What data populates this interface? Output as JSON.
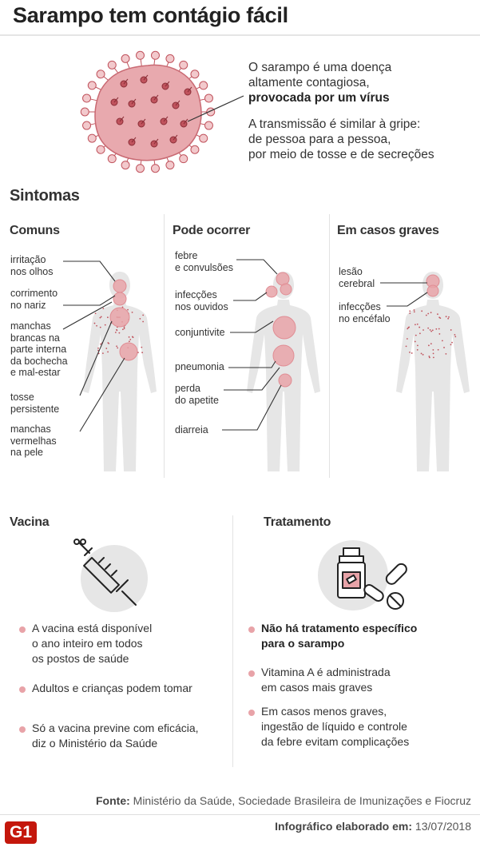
{
  "header": {
    "title": "Sarampo tem contágio fácil"
  },
  "intro": {
    "line1": "O sarampo é uma doença",
    "line2": "altamente contagiosa,",
    "line3_bold": "provocada por um vírus",
    "line4": "A transmissão é similar à gripe:",
    "line5": "de pessoa para a pessoa,",
    "line6": "por meio de tosse e de secreções"
  },
  "sintomas": {
    "heading": "Sintomas",
    "comuns": {
      "heading": "Comuns",
      "labels": [
        "irritação\nnos olhos",
        "corrimento\nno nariz",
        "manchas\nbrancas na\nparte interna\nda bochecha\ne mal-estar",
        "tosse\npersistente",
        "manchas\nvermelhas\nna pele"
      ]
    },
    "pode_ocorrer": {
      "heading": "Pode ocorrer",
      "labels": [
        "febre\ne convulsões",
        "infecções\nnos ouvidos",
        "conjuntivite",
        "pneumonia",
        "perda\ndo apetite",
        "diarreia"
      ]
    },
    "graves": {
      "heading": "Em casos graves",
      "labels": [
        "lesão\ncerebral",
        "infecções\nno encéfalo"
      ]
    }
  },
  "vacina": {
    "heading": "Vacina",
    "bullets": [
      "A vacina está disponível\no ano inteiro em todos\nos postos de saúde",
      "Adultos e crianças podem tomar",
      "Só a vacina previne com eficácia,\ndiz o Ministério da Saúde"
    ]
  },
  "tratamento": {
    "heading": "Tratamento",
    "bullets": [
      "Não há tratamento específico\npara o sarampo",
      "Vitamina A é administrada\nem casos mais graves",
      "Em casos menos graves,\ningestão de líquido e controle\nda febre evitam complicações"
    ]
  },
  "footer": {
    "source_label": "Fonte:",
    "source_text": "Ministério da Saúde, Sociedade Brasileira de Imunizações e Fiocruz",
    "logo": "G1",
    "date_label": "Infográfico elaborado em:",
    "date_value": "13/07/2018"
  },
  "colors": {
    "virus_fill": "#e8a9ae",
    "virus_dark": "#c0535d",
    "body_gray": "#e6e6e6",
    "accent_pink": "#e8a3a8",
    "g1_red": "#c4170c"
  },
  "icons": [
    "virus-illustration",
    "human-silhouette",
    "syringe-icon",
    "medicine-bottle-icon",
    "pill-icon"
  ]
}
